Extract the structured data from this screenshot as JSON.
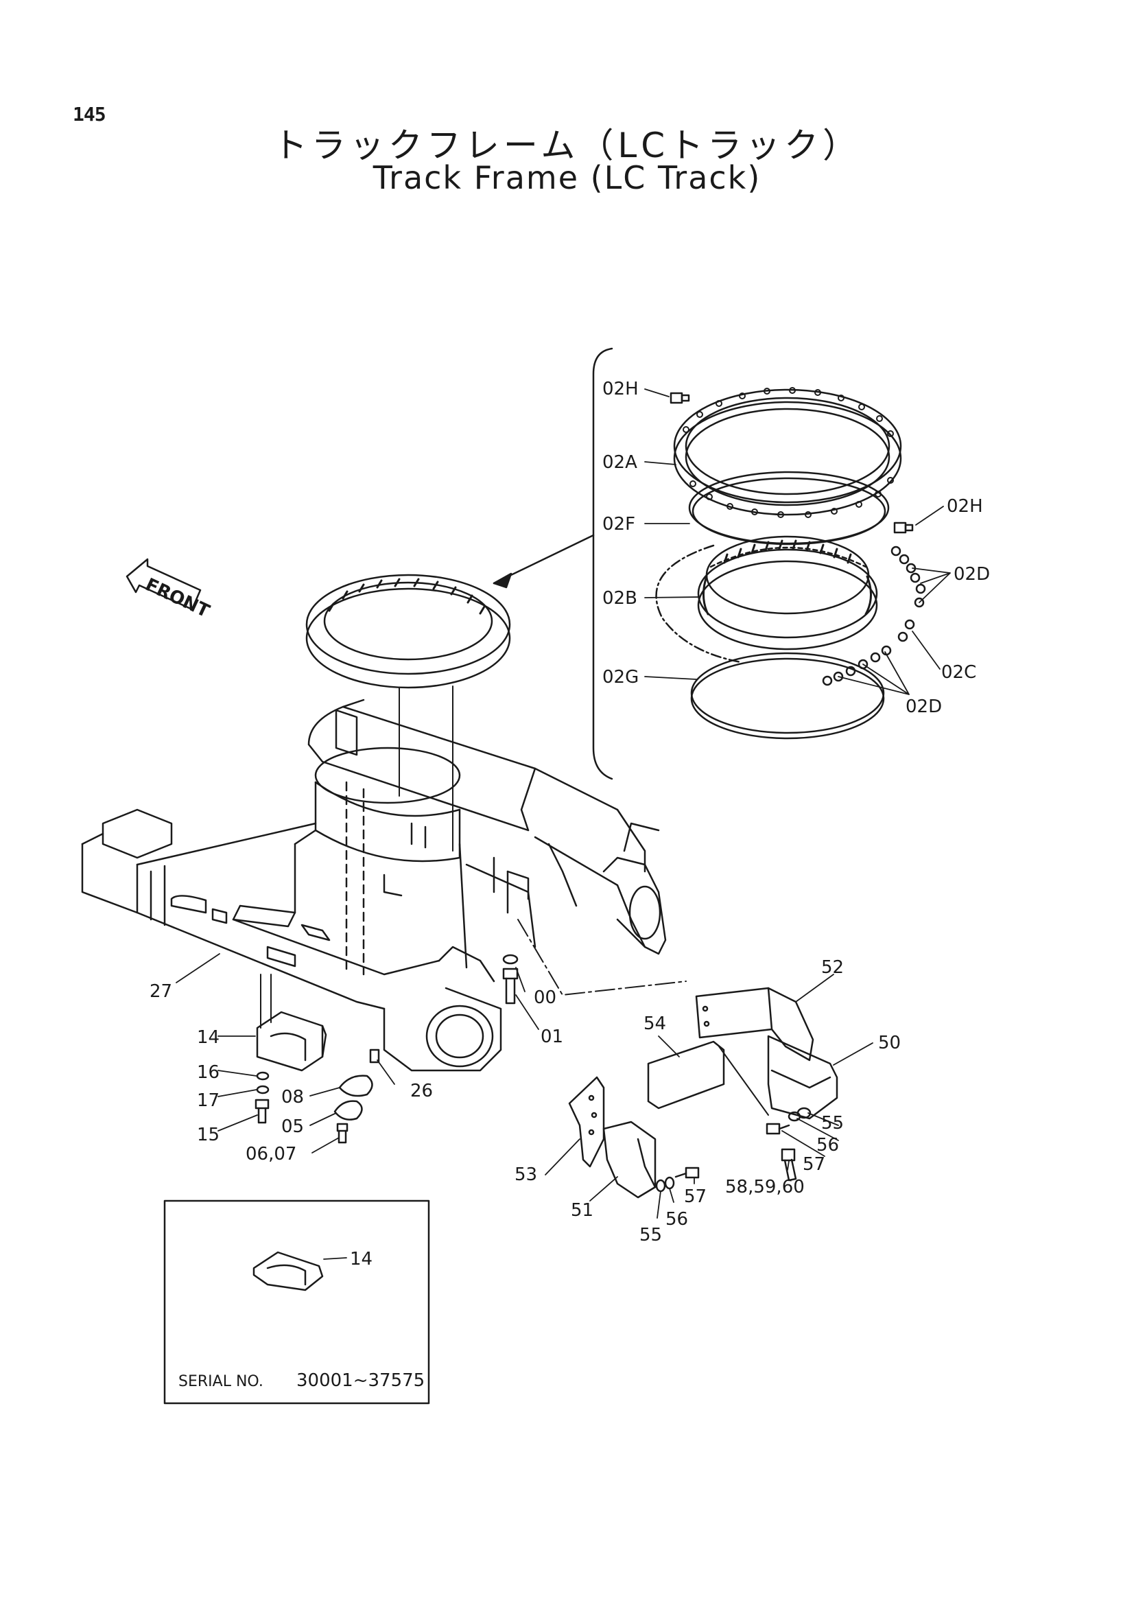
{
  "page_number": "145",
  "title_ja": "トラックフレーム（LCトラック）",
  "title_en": "Track Frame (LC Track)",
  "front_marker": "FRONT",
  "callouts": {
    "c02H_left": "02H",
    "c02A": "02A",
    "c02F": "02F",
    "c02B": "02B",
    "c02G": "02G",
    "c02H_right": "02H",
    "c02D_upper": "02D",
    "c02C": "02C",
    "c02D_lower": "02D",
    "c27": "27",
    "c14": "14",
    "c16": "16",
    "c17": "17",
    "c15": "15",
    "c08": "08",
    "c05": "05",
    "c06_07": "06,07",
    "c26": "26",
    "c00": "00",
    "c01": "01",
    "c52": "52",
    "c54": "54",
    "c50": "50",
    "c55_right": "55",
    "c56_right": "56",
    "c57_right": "57",
    "c58_59_60": "58,59,60",
    "c53": "53",
    "c51": "51",
    "c57_mid": "57",
    "c56_mid": "56",
    "c55_mid": "55",
    "c14_inset": "14"
  },
  "inset": {
    "serial_label": "SERIAL NO.",
    "serial_range": "30001~37575"
  },
  "colors": {
    "ink": "#1a1a1a",
    "paper": "#ffffff"
  }
}
